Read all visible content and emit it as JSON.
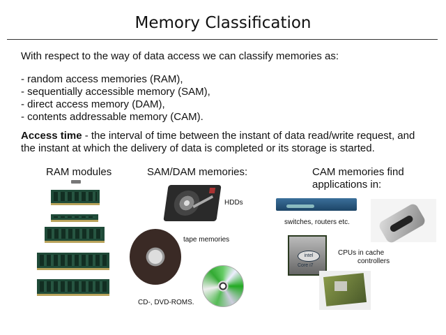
{
  "slide": {
    "title": "Memory Classification",
    "intro": "With respect to the way of data access we can classify memories as:",
    "classes": [
      "- random access memories (RAM),",
      "- sequentially accessible memory (SAM),",
      "- direct access memory (DAM),",
      "- contents addressable memory (CAM)."
    ],
    "definition": {
      "term": "Access time",
      "text": " - the interval of time between the instant of data read/write request, and the instant at which the delivery of data is completed or its storage is started."
    }
  },
  "sections": {
    "ram": {
      "heading": "RAM modules"
    },
    "sam_dam": {
      "heading": "SAM/DAM memories:",
      "captions": {
        "hdd": "HDDs",
        "tape": "tape memories",
        "cd": "CD-, DVD-ROMS."
      }
    },
    "cam": {
      "heading_line1": "CAM memories find",
      "heading_line2": "applications in:",
      "captions": {
        "switches": "switches, routers etc.",
        "cpu_line1": "CPUs in cache",
        "cpu_line2": "controllers"
      }
    }
  },
  "images": {
    "intel_label": "intel",
    "intel_core": "Core i7"
  }
}
